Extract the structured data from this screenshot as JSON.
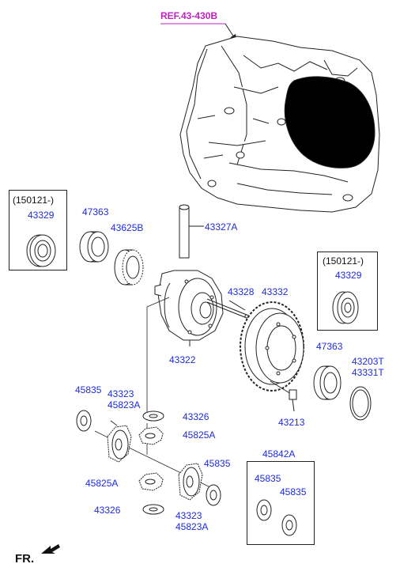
{
  "reference": "REF.43-430B",
  "direction_label": "FR.",
  "box_left": {
    "date": "(150121-)",
    "part": "43329"
  },
  "box_right": {
    "date": "(150121-)",
    "part": "43329"
  },
  "labels": {
    "p47363_left": "47363",
    "p43625B": "43625B",
    "p43327A": "43327A",
    "p43328": "43328",
    "p43332": "43332",
    "p43322": "43322",
    "p47363_right": "47363",
    "p43203T": "43203T",
    "p43331T": "43331T",
    "p45835_a": "45835",
    "p43323_a": "43323",
    "p45823A_a": "45823A",
    "p43326_a": "43326",
    "p45825A_a": "45825A",
    "p43213": "43213",
    "p45842A": "45842A",
    "p45835_b": "45835",
    "p45825A_b": "45825A",
    "p45835_c": "45835",
    "p45835_d": "45835",
    "p43326_b": "43326",
    "p43323_b": "43323",
    "p45823A_b": "45823A"
  },
  "colors": {
    "label": "#1f2bd6",
    "reference": "#c31fc3",
    "line": "#222222"
  }
}
